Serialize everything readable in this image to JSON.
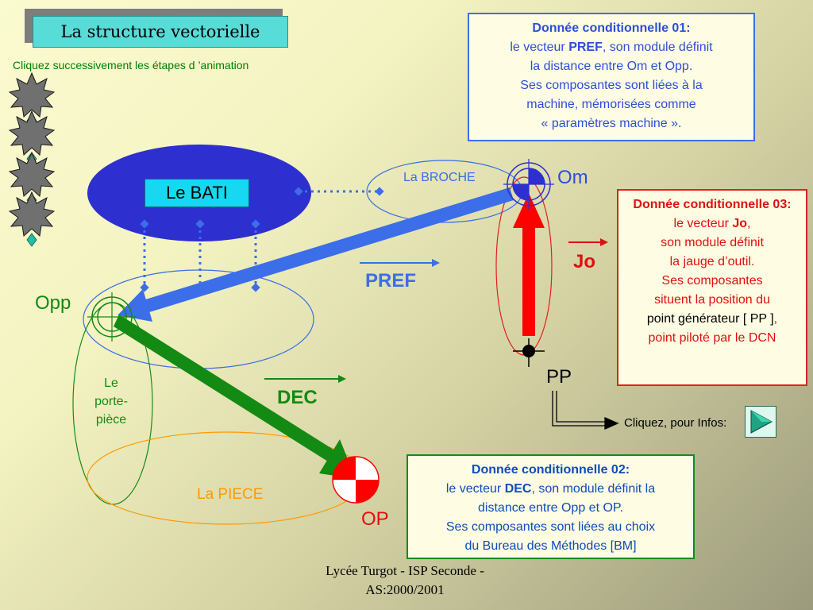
{
  "title": "La structure vectorielle",
  "instruction": "Cliquez successivement les étapes d ’animation",
  "note1": {
    "heading": "Donnée conditionnelle 01:",
    "l1_pre": "le vecteur ",
    "l1_bold": "PREF",
    "l1_post": ", son module définit",
    "l2": "la distance entre Om et Opp.",
    "l3": "Ses composantes sont liées à la",
    "l4": "machine, mémorisées comme",
    "l5": "« paramètres machine »."
  },
  "note3": {
    "heading": "Donnée conditionnelle 03:",
    "l1_pre": "le vecteur ",
    "l1_bold": "Jo",
    "l1_post": ",",
    "l2": "son module définit",
    "l3": "la jauge d’outil.",
    "l4": "Ses composantes",
    "l5": "situent la position du",
    "l6_black": "point générateur [ PP ]",
    "l6_post": ",",
    "l7": "point piloté par le DCN"
  },
  "note2": {
    "heading": "Donnée conditionnelle 02:",
    "l1_pre": "le vecteur ",
    "l1_bold": "DEC",
    "l1_post": ", son module définit  la",
    "l2": "distance entre Opp et OP.",
    "l3": "Ses composantes sont liées au choix",
    "l4": "du Bureau des Méthodes  [BM]"
  },
  "labels": {
    "bati": "Le BATI",
    "broche": "La BROCHE",
    "om": "Om",
    "opp": "Opp",
    "porte_piece_1": "Le",
    "porte_piece_2": "porte-",
    "porte_piece_3": "pièce",
    "piece": "La PIECE",
    "op": "OP",
    "pp": "PP",
    "pref": "PREF",
    "dec": "DEC",
    "jo": "Jo",
    "infos": "Cliquez, pour Infos:"
  },
  "footer": {
    "line1": "Lycée Turgot - ISP Seconde -",
    "line2": "AS:2000/2001"
  },
  "colors": {
    "pref_vector": "#3b6ee8",
    "dec_vector": "#138a13",
    "jo_vector": "#ff0000",
    "bati": "#2d2fcf",
    "piece": "#ff9900",
    "star_buttons": "#707070"
  }
}
